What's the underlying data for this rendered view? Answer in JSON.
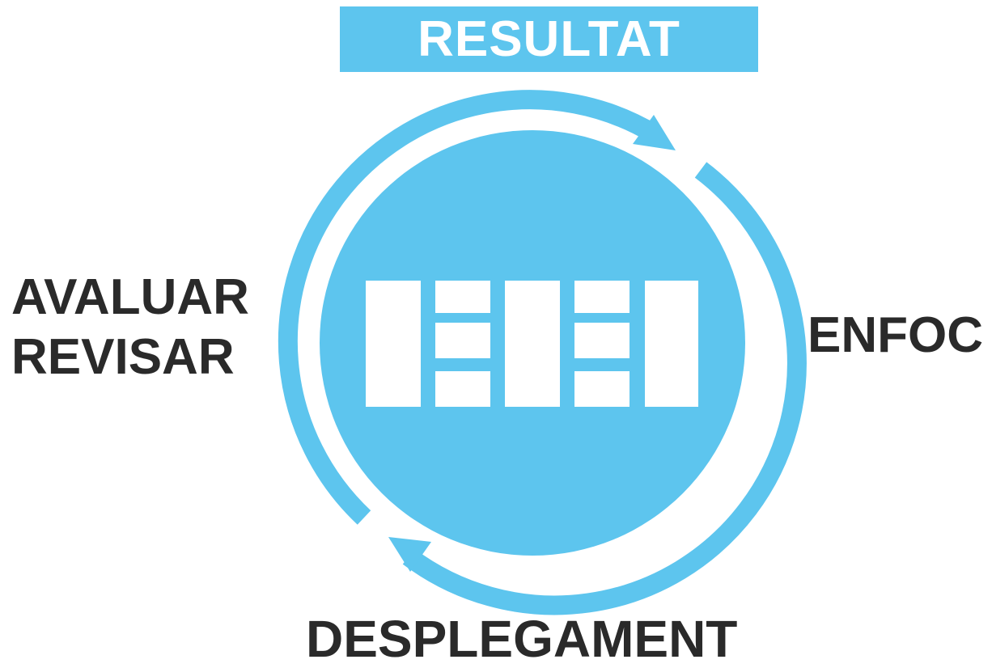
{
  "banner": {
    "label": "RESULTAT"
  },
  "labels": {
    "left_line1": "AVALUAR",
    "left_line2": "REVISAR",
    "right": "ENFOC",
    "bottom": "DESPLEGAMENT"
  },
  "colors": {
    "accent": "#5dc5ee",
    "text": "#2a2a2a",
    "background": "#ffffff"
  },
  "icons": {
    "center": "building-columns-icon",
    "arrows": "cycle-arrows-icon"
  }
}
